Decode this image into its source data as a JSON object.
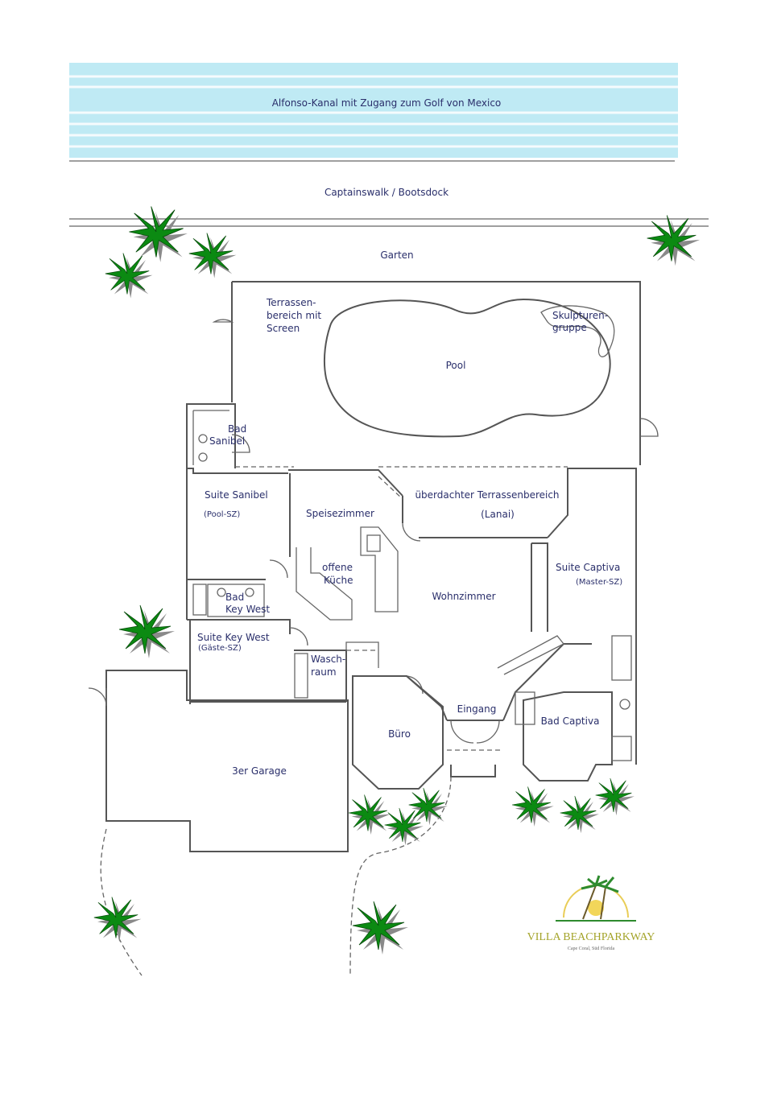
{
  "water": {
    "label": "Alfonso-Kanal mit Zugang zum Golf von Mexico",
    "color": "#b9e8f3"
  },
  "dock": {
    "label": "Captainswalk / Bootsdock"
  },
  "garden": {
    "label": "Garten"
  },
  "rooms": {
    "terrace_screen": [
      "Terrassen-",
      "bereich mit",
      "Screen"
    ],
    "pool": "Pool",
    "sculpture": [
      "Skulpturen-",
      "gruppe"
    ],
    "bad_sanibel": [
      "Bad",
      "Sanibel"
    ],
    "suite_sanibel": "Suite Sanibel",
    "suite_sanibel_sub": "(Pool-SZ)",
    "speisezimmer": "Speisezimmer",
    "lanai": "überdachter Terrassenbereich",
    "lanai_sub": "(Lanai)",
    "kueche": [
      "offene",
      "Küche"
    ],
    "wohnzimmer": "Wohnzimmer",
    "suite_captiva": "Suite Captiva",
    "suite_captiva_sub": "(Master-SZ)",
    "bad_keywest": [
      "Bad",
      "Key West"
    ],
    "suite_keywest": "Suite Key West",
    "suite_keywest_sub": "(Gäste-SZ)",
    "waschraum": [
      "Wasch-",
      "raum"
    ],
    "eingang": "Eingang",
    "buero": "Büro",
    "bad_captiva": "Bad Captiva",
    "garage": "3er Garage"
  },
  "logo": {
    "name": "VILLA BEACHPARKWAY",
    "sub": "Cape Coral, Süd Florida",
    "color": "#9a9a2a"
  },
  "icons": [
    "palm-tree-icon",
    "sun-logo-icon"
  ],
  "colors": {
    "walls": "#555555",
    "labels": "#2a2f6b",
    "palms": "#0b8a12"
  }
}
